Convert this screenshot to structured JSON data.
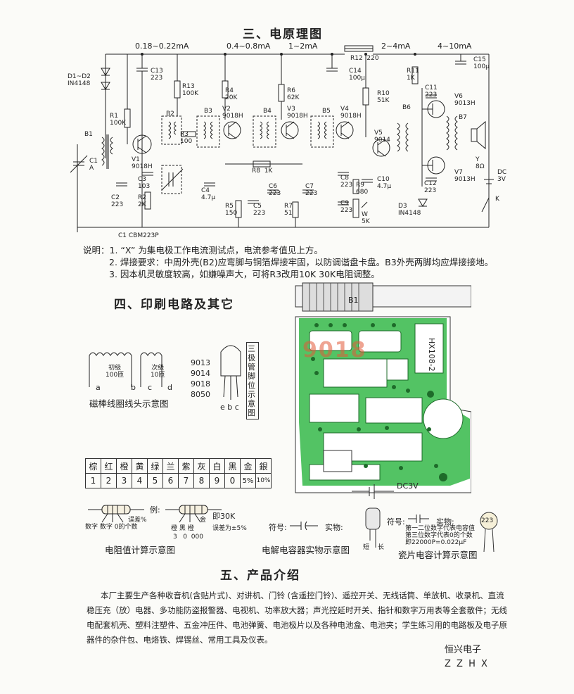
{
  "title_schematic": "三、电原理图",
  "currents": [
    "0.18~0.22mA",
    "0.4~0.8mA",
    "1~2mA",
    "2~4mA",
    "4~10mA"
  ],
  "schematic_labels": {
    "d": "D1~D2\nIN4148",
    "r12": "R12  220",
    "c13": "C13\n223",
    "c14": "C14\n100μ",
    "c15": "C15\n100μ",
    "r1": "R1\n100K",
    "b1": "B1",
    "v1": "V1\n9018H",
    "c1": "C1\nA",
    "c2": "C2\n223",
    "c3": "C3\n103",
    "r2": "R2\n2K",
    "b2": "B2",
    "r13": "R13\n100K",
    "r3": "R3\n100",
    "b3": "B3",
    "c4": "C4\n4.7μ",
    "r4": "R4\n20K",
    "v2": "V2\n9018H",
    "r5": "R5\n150",
    "c5": "C5\n223",
    "r8": "R8  1K",
    "b4": "B4",
    "r6": "R6\n62K",
    "v3": "V3\n9018H",
    "c6": "C6\n223",
    "c7": "C7\n223",
    "r7": "R7\n51",
    "b5": "B5",
    "v4": "V4\n9018H",
    "c8": "C8\n223",
    "r9": "R9\n680",
    "c9": "C9\n223",
    "w": "W\n5K",
    "r10": "R10\n51K",
    "v5": "V5\n9014",
    "c10": "C10\n4.7μ",
    "r11": "R11\n1K",
    "b6": "B6",
    "c11": "C11\n223",
    "v6": "V6\n9013H",
    "b7": "B7",
    "y": "Y\n8Ω",
    "c12": "C12\n223",
    "v7": "V7\n9013H",
    "d3": "D3\nIN4148",
    "dc": "DC\n3V",
    "k": "K",
    "cbm": "C1 CBM223P"
  },
  "notes": [
    "说明：1. “X” 为集电极工作电流测试点，电流参考值见上方。",
    "2. 焊接要求：中周外壳(B2)应弯脚与铜箔焊接牢固，以防调谐盘卡盘。B3外壳两脚均应焊接接地。",
    "3. 因本机灵敏度较高，如嫌噪声大，可将R3改用10K  30K电阻调整。"
  ],
  "title_pcb": "四、印刷电路及其它",
  "coil": {
    "primary": "初级\n100匝",
    "secondary": "次级\n10匝",
    "a": "a",
    "b": "b",
    "c": "c",
    "d": "d",
    "caption": "磁棒线圈线头示意图"
  },
  "transistor": {
    "models": [
      "9013",
      "9014",
      "9018",
      "8050"
    ],
    "pins": "e b c",
    "caption": "三极管脚位示意图"
  },
  "pcb": {
    "model": "HX108-2",
    "b1": "B1",
    "dc": "DC3V",
    "watermark": "9018"
  },
  "color_code": {
    "names": [
      "棕",
      "红",
      "橙",
      "黄",
      "绿",
      "兰",
      "紫",
      "灰",
      "白",
      "黑",
      "金",
      "銀"
    ],
    "values": [
      "1",
      "2",
      "3",
      "4",
      "5",
      "6",
      "7",
      "8",
      "9",
      "0",
      "5%",
      "10%"
    ]
  },
  "resistor": {
    "example": "例:",
    "left_labels": "数字 数字 0的个数",
    "tolerance": "误差%",
    "gold": "金",
    "value": "即30K",
    "colors": "橙 黑 橙",
    "digits": "3   0  000",
    "tol_value": "误差为±5%",
    "caption": "电阻值计算示意图"
  },
  "electrolytic": {
    "symbol": "符号:",
    "real": "实物:",
    "short": "短",
    "long": "长",
    "caption": "电解电容器实物示意图"
  },
  "ceramic": {
    "symbol": "符号:",
    "real": "实物:",
    "code": "223",
    "desc": "第一二位数字代表电容值\n第三位数字代表0的个数\n即22000P=0.022μF",
    "caption": "瓷片电容计算示意图"
  },
  "title_product": "五、产品介绍",
  "intro": "本厂主要生产各种收音机(含贴片式)、对讲机、门铃 (含遥控门铃)、遥控开关、无线话筒、单放机、收录机、直流稳压充（放）电器、多功能防盗报警器、电视机、功率放大器；声光控延时开关、指针和数字万用表等全套散件；无线电配套机壳、塑料注塑件、五金冲压件、电池弹簧、电池极片以及各种电池盒、电池夹；学生练习用的电路板及电子原器件的杂件包、电烙铁、焊锡丝、常用工具及仪表。",
  "company": "恒兴电子",
  "code": "Z Z H X"
}
